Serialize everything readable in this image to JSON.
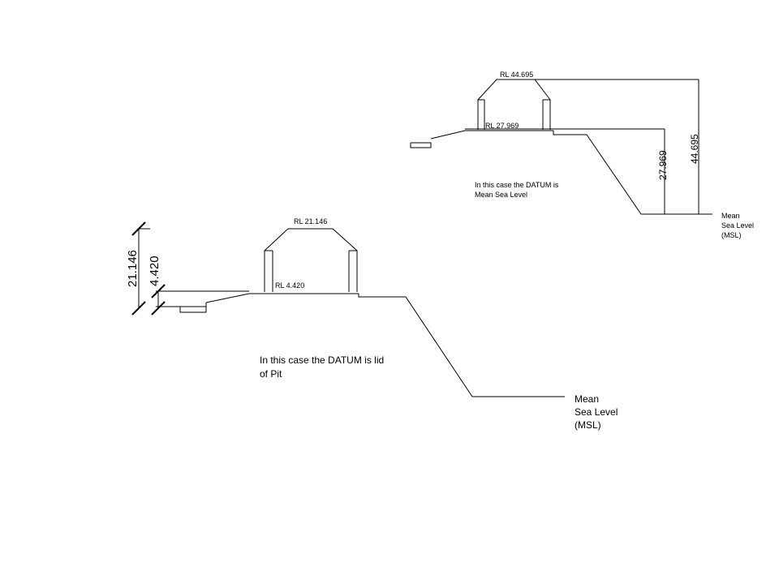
{
  "upper_section": {
    "roof_label": "RL 44.695",
    "floor_label": "RL 27.969",
    "dim_floor": "27.969",
    "dim_roof": "44.695",
    "note_line1": "In this case the DATUM is",
    "note_line2": "Mean Sea Level",
    "msl_line1": "Mean",
    "msl_line2": "Sea Level",
    "msl_line3": "(MSL)"
  },
  "lower_section": {
    "roof_label": "RL 21.146",
    "floor_label": "RL 4.420",
    "dim_roof": "21.146",
    "dim_floor": "4.420",
    "note_line1": "In this case the DATUM is lid",
    "note_line2": "of Pit",
    "msl_line1": "Mean",
    "msl_line2": "Sea Level",
    "msl_line3": "(MSL)"
  }
}
